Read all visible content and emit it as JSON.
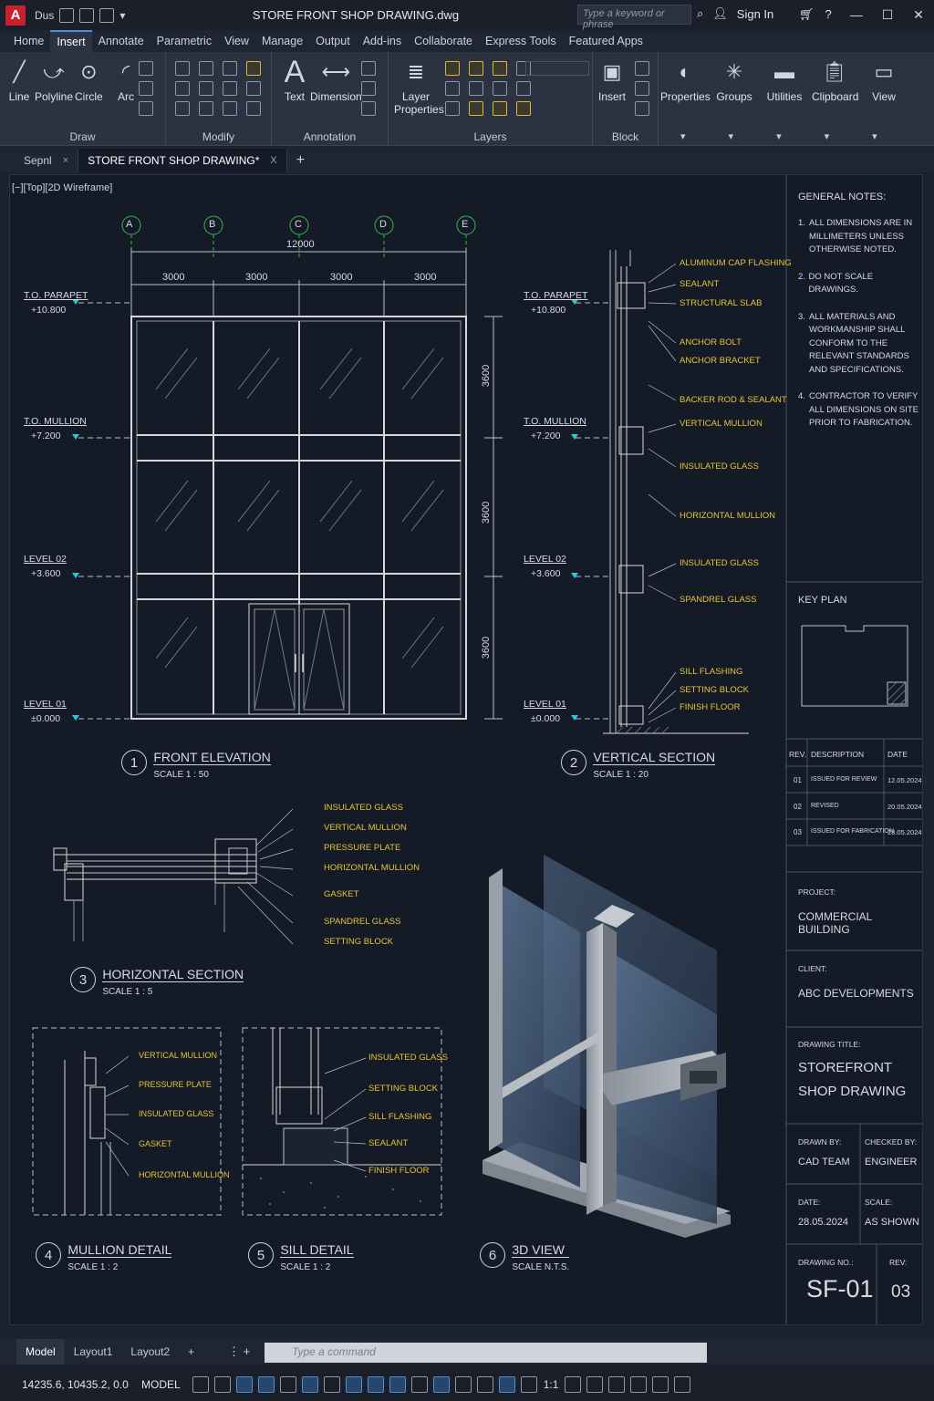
{
  "app": {
    "document_title": "STORE FRONT SHOP DRAWING.dwg",
    "qat_label": "Dus",
    "search_placeholder": "Type a keyword or phrase",
    "sign_in": "Sign In"
  },
  "ribbon_tabs": [
    "Home",
    "Insert",
    "Annotate",
    "Parametric",
    "View",
    "Manage",
    "Output",
    "Add-ins",
    "Collaborate",
    "Express Tools",
    "Featured Apps"
  ],
  "ribbon": {
    "draw_tools": [
      "Line",
      "Polyline",
      "Circle",
      "Arc"
    ],
    "panel_draw": "Draw",
    "panel_modify": "Modify",
    "text_tool": "Text",
    "dimension_tool": "Dimension",
    "panel_annotation": "Annotation",
    "layer_properties": "Layer\nProperties",
    "panel_layers": "Layers",
    "insert_tool": "Insert",
    "panel_block": "Block",
    "properties": "Properties",
    "groups": "Groups",
    "utilities": "Utilities",
    "clipboard": "Clipboard",
    "view": "View"
  },
  "doc_tabs": {
    "start": "Sepnl",
    "active": "STORE FRONT SHOP DRAWING*"
  },
  "viewport_label": "[−][Top][2D Wireframe]",
  "drawing": {
    "grid_labels": [
      "A",
      "B",
      "C",
      "D",
      "E"
    ],
    "overall_dim": "12000",
    "bay_dims": [
      "3000",
      "3000",
      "3000",
      "3000"
    ],
    "vertical_dims": [
      "3600",
      "3600",
      "3600"
    ],
    "levels": [
      {
        "name": "T.O. PARAPET",
        "value": "+10.800"
      },
      {
        "name": "T.O. MULLION",
        "value": "+7.200"
      },
      {
        "name": "LEVEL 02",
        "value": "+3.600"
      },
      {
        "name": "LEVEL 01",
        "value": "±0.000"
      }
    ],
    "section_callouts": [
      "ALUMINUM CAP FLASHING",
      "SEALANT",
      "STRUCTURAL SLAB",
      "ANCHOR BOLT",
      "ANCHOR BRACKET",
      "BACKER ROD & SEALANT",
      "VERTICAL MULLION",
      "INSULATED GLASS",
      "HORIZONTAL MULLION",
      "INSULATED GLASS",
      "SPANDREL GLASS",
      "SILL FLASHING",
      "SETTING BLOCK",
      "FINISH FLOOR"
    ],
    "hsection_callouts": [
      "INSULATED GLASS",
      "VERTICAL MULLION",
      "PRESSURE PLATE",
      "HORIZONTAL MULLION",
      "GASKET",
      "SPANDREL GLASS",
      "SETTING BLOCK"
    ],
    "mullion_callouts": [
      "VERTICAL MULLION",
      "PRESSURE PLATE",
      "INSULATED GLASS",
      "GASKET",
      "HORIZONTAL MULLION"
    ],
    "sill_callouts": [
      "INSULATED GLASS",
      "SETTING BLOCK",
      "SILL FLASHING",
      "SEALANT",
      "FINISH FLOOR"
    ],
    "views": [
      {
        "num": "1",
        "title": "FRONT ELEVATION",
        "scale": "SCALE 1 : 50"
      },
      {
        "num": "2",
        "title": "VERTICAL SECTION",
        "scale": "SCALE 1 : 20"
      },
      {
        "num": "3",
        "title": "HORIZONTAL SECTION",
        "scale": "SCALE 1 : 5"
      },
      {
        "num": "4",
        "title": "MULLION DETAIL",
        "scale": "SCALE 1 : 2"
      },
      {
        "num": "5",
        "title": "SILL DETAIL",
        "scale": "SCALE 1 : 2"
      },
      {
        "num": "6",
        "title": "3D VIEW",
        "scale": "SCALE N.T.S."
      }
    ]
  },
  "title_block": {
    "notes_title": "GENERAL NOTES:",
    "notes": [
      {
        "n": "1.",
        "lines": [
          "ALL DIMENSIONS ARE IN",
          "MILLIMETERS UNLESS",
          "OTHERWISE NOTED."
        ]
      },
      {
        "n": "2.",
        "lines": [
          "DO NOT SCALE DRAWINGS."
        ]
      },
      {
        "n": "3.",
        "lines": [
          "ALL MATERIALS AND",
          "WORKMANSHIP SHALL",
          "CONFORM TO THE",
          "RELEVANT STANDARDS",
          "AND SPECIFICATIONS."
        ]
      },
      {
        "n": "4.",
        "lines": [
          "CONTRACTOR TO VERIFY",
          "ALL DIMENSIONS ON SITE",
          "PRIOR TO FABRICATION."
        ]
      }
    ],
    "key_plan": "KEY PLAN",
    "rev_headers": [
      "REV.",
      "DESCRIPTION",
      "DATE"
    ],
    "revisions": [
      {
        "rev": "01",
        "desc": "ISSUED FOR REVIEW",
        "date": "12.05.2024"
      },
      {
        "rev": "02",
        "desc": "REVISED",
        "date": "20.05.2024"
      },
      {
        "rev": "03",
        "desc": "ISSUED FOR FABRICATION",
        "date": "28.05.2024"
      }
    ],
    "project_label": "PROJECT:",
    "project": "COMMERCIAL BUILDING",
    "client_label": "CLIENT:",
    "client": "ABC DEVELOPMENTS",
    "drawing_title_label": "DRAWING TITLE:",
    "drawing_title_1": "STOREFRONT",
    "drawing_title_2": "SHOP DRAWING",
    "drawn_by_label": "DRAWN BY:",
    "drawn_by": "CAD TEAM",
    "checked_by_label": "CHECKED BY:",
    "checked_by": "ENGINEER",
    "date_label": "DATE:",
    "date": "28.05.2024",
    "scale_label": "SCALE:",
    "scale": "AS SHOWN",
    "drawing_no_label": "DRAWING NO.:",
    "drawing_no": "SF-01",
    "rev_label": "REV:",
    "rev": "03"
  },
  "layout_tabs": [
    "Model",
    "Layout1",
    "Layout2"
  ],
  "command_placeholder": "Type  a  command",
  "status": {
    "coordinates": "14235.6, 10435.2, 0.0",
    "space": "MODEL",
    "scale": "1:1"
  },
  "colors": {
    "callout_yellow": "#e8c43a",
    "grid_green": "#39b54a",
    "canvas_bg": "#141a26",
    "level_cyan": "#33c3d6"
  }
}
